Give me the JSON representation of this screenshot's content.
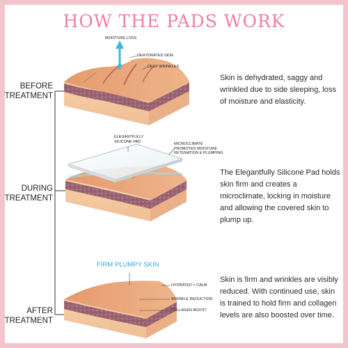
{
  "title": "HOW THE PADS WORK",
  "stages": [
    {
      "label": "BEFORE TREATMENT",
      "description": "Skin is dehydrated, saggy and wrinkled  due to side sleeping, loss of moisture and elasticity.",
      "callouts": [
        "MOISTURE LOSS",
        "DEHYDRATED SKIN",
        "DEEP WRINKLES"
      ]
    },
    {
      "label": "DURING TREATMENT",
      "description": "The Elegantfully Silicone Pad holds skin firm and creates a microclimate, locking in moisture and allowing the covered  skin to plump up.",
      "callouts": [
        "ELEGANTFULLY SILICONE PAD",
        "MICROCLIMATE PROMOTES MOISTURE RETENATION & PLUMPING"
      ]
    },
    {
      "label": "AFTER TREATMENT",
      "description": "Skin is firm and wrinkles are visibly reduced.  With continued use, skin is trained to hold firm and collagen levels are also boosted over time.",
      "heading": "FIRM PLUMPY SKIN",
      "callouts": [
        "HYDRATED + CALM",
        "WRINKLE REDUCTION",
        "COLLAGEN BOOST"
      ]
    }
  ],
  "colors": {
    "border": "#f4c4cc",
    "title": "#f07fa0",
    "skin_top": "#e9a87c",
    "skin_side": "#f3c8a2",
    "dermis": "#8e5b6b",
    "moisture": "#3bbad9"
  }
}
